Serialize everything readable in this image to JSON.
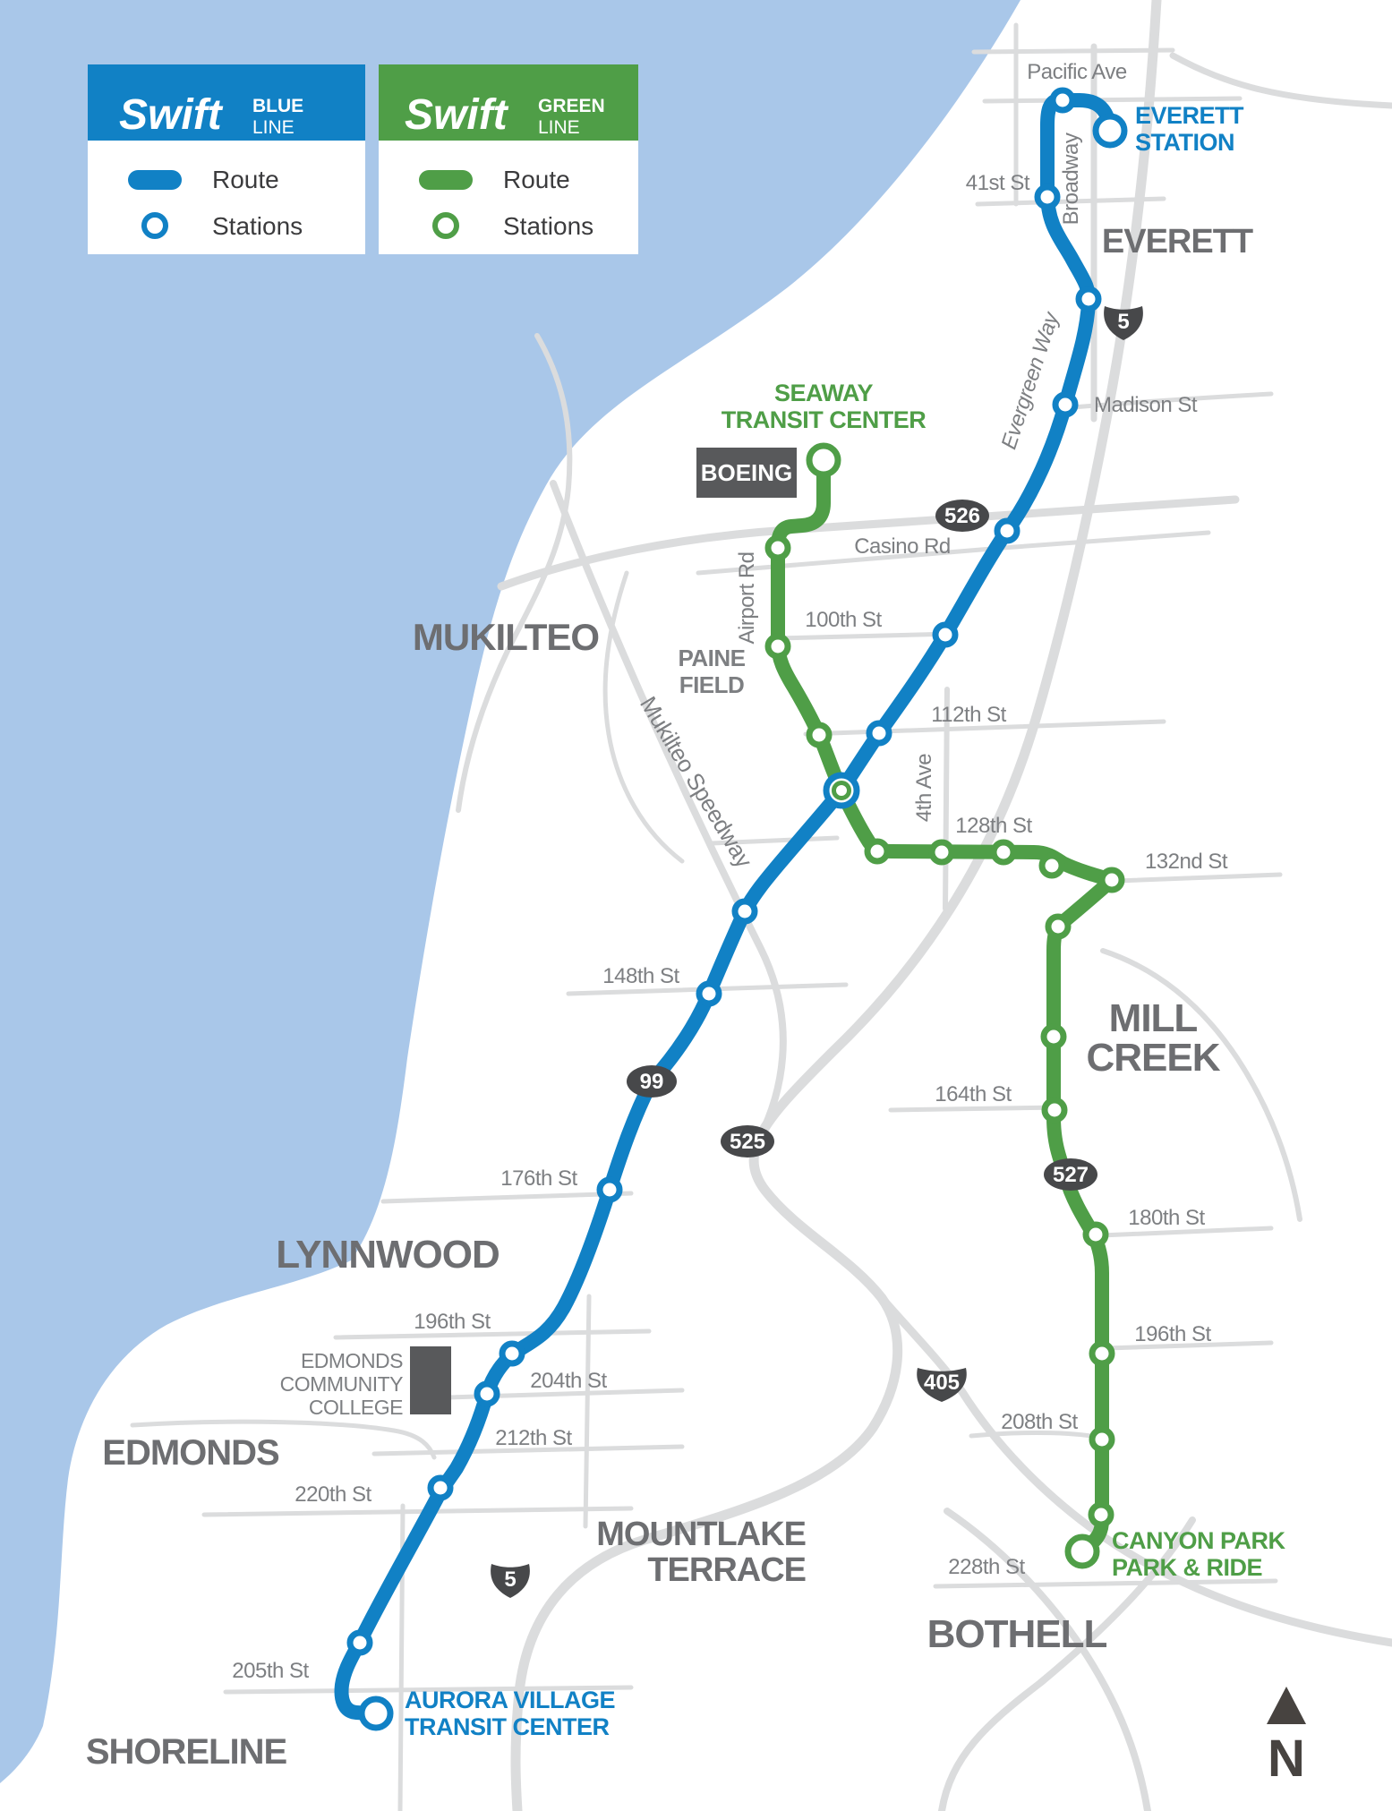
{
  "legend": {
    "blue": {
      "brand": "Swift",
      "line_name": "BLUE",
      "line_word": "LINE",
      "route": "Route",
      "stations": "Stations"
    },
    "green": {
      "brand": "Swift",
      "line_name": "GREEN",
      "line_word": "LINE",
      "route": "Route",
      "stations": "Stations"
    }
  },
  "terminals": {
    "everett_line1": "EVERETT",
    "everett_line2": "STATION",
    "seaway_line1": "SEAWAY",
    "seaway_line2": "TRANSIT CENTER",
    "aurora_line1": "AURORA VILLAGE",
    "aurora_line2": "TRANSIT CENTER",
    "canyon_line1": "CANYON PARK",
    "canyon_line2": "PARK & RIDE"
  },
  "cities": {
    "everett": "EVERETT",
    "mukilteo": "MUKILTEO",
    "mill_creek_line1": "MILL",
    "mill_creek_line2": "CREEK",
    "lynnwood": "LYNNWOOD",
    "edmonds": "EDMONDS",
    "mountlake_line1": "MOUNTLAKE",
    "mountlake_line2": "TERRACE",
    "bothell": "BOTHELL",
    "shoreline": "SHORELINE"
  },
  "streets": {
    "pacific_ave": "Pacific Ave",
    "st41": "41st St",
    "broadway": "Broadway",
    "madison": "Madison St",
    "evergreen_way": "Evergreen Way",
    "casino_rd": "Casino Rd",
    "st100": "100th St",
    "airport_rd": "Airport Rd",
    "st112": "112th St",
    "ave4": "4th Ave",
    "st128": "128th St",
    "st132": "132nd St",
    "mukilteo_speedway": "Mukilteo Speedway",
    "st148": "148th St",
    "st164": "164th St",
    "st176": "176th St",
    "st180": "180th St",
    "st196_green": "196th St",
    "st196_blue": "196th St",
    "st204": "204th St",
    "st208": "208th St",
    "st212": "212th St",
    "st220": "220th St",
    "st228": "228th St",
    "st205": "205th St"
  },
  "places": {
    "boeing": "BOEING",
    "paine_field_line1": "PAINE",
    "paine_field_line2": "FIELD",
    "edcc_line1": "EDMONDS",
    "edcc_line2": "COMMUNITY",
    "edcc_line3": "COLLEGE"
  },
  "shields": {
    "i5_north": "5",
    "i5_south": "5",
    "i405": "405",
    "sr526": "526",
    "sr99": "99",
    "sr525": "525",
    "sr527": "527"
  },
  "compass_n": "N",
  "colors": {
    "water": "#a9c7e9",
    "land": "#ffffff",
    "road": "#dbdcdd",
    "blue_line": "#1181c5",
    "green_line": "#4f9e47",
    "city_text": "#6d6e71",
    "street_text": "#7d7f82",
    "shield_bg": "#47484a",
    "dark_box": "#58595b",
    "north_arrow": "#474340"
  }
}
